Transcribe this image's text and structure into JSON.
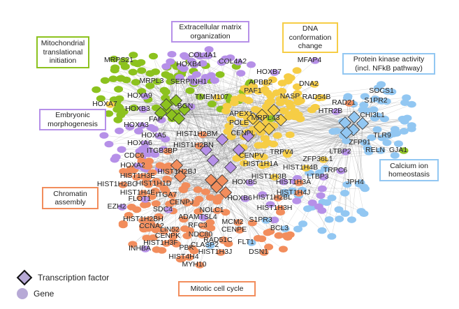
{
  "colors": {
    "green": "#8cc21e",
    "purple": "#b690e8",
    "yellow": "#f6cd45",
    "orange": "#f28d5c",
    "blue": "#92c7f2",
    "edge": "#7a7a7a"
  },
  "annotations": [
    {
      "id": "mito",
      "lines": [
        "Mitochondrial",
        "translational",
        "initiation"
      ],
      "group": "green"
    },
    {
      "id": "ecm",
      "lines": [
        "Extracellular matrix",
        "organization"
      ],
      "group": "purple"
    },
    {
      "id": "dna",
      "lines": [
        "DNA",
        "conformation",
        "change"
      ],
      "group": "yellow"
    },
    {
      "id": "pk",
      "lines": [
        "Protein kinase activity",
        "(incl. NFkB pathway)"
      ],
      "group": "blue"
    },
    {
      "id": "embryo",
      "lines": [
        "Embryonic",
        "morphogenesis"
      ],
      "group": "purple"
    },
    {
      "id": "chromatin",
      "lines": [
        "Chromatin",
        "assembly"
      ],
      "group": "orange"
    },
    {
      "id": "calcium",
      "lines": [
        "Calcium ion",
        "homeostasis"
      ],
      "group": "blue"
    },
    {
      "id": "mitotic",
      "lines": [
        "Mitotic cell cycle"
      ],
      "group": "orange"
    }
  ],
  "legend": {
    "tf": "Transcription factor",
    "gene": "Gene"
  },
  "genes": [
    {
      "name": "MRPS21",
      "group": "green"
    },
    {
      "name": "COL4A1",
      "group": "purple"
    },
    {
      "name": "HOXB4",
      "group": "purple"
    },
    {
      "name": "COL4A2",
      "group": "purple"
    },
    {
      "name": "MRPL3",
      "group": "green"
    },
    {
      "name": "SERPINH1",
      "group": "purple"
    },
    {
      "name": "HOXA9",
      "group": "purple"
    },
    {
      "name": "TMEM107",
      "group": "yellow"
    },
    {
      "name": "HOXA7",
      "group": "yellow"
    },
    {
      "name": "HOXB3",
      "group": "purple"
    },
    {
      "name": "BGN",
      "group": "purple"
    },
    {
      "name": "FAP",
      "group": "purple"
    },
    {
      "name": "HOXA3",
      "group": "purple"
    },
    {
      "name": "HOXA5",
      "group": "purple"
    },
    {
      "name": "HIST1H2BM",
      "group": "orange"
    },
    {
      "name": "HOXA6",
      "group": "purple"
    },
    {
      "name": "HIST1H2BN",
      "group": "orange"
    },
    {
      "name": "CDC6",
      "group": "orange"
    },
    {
      "name": "ITGB3BP",
      "group": "orange"
    },
    {
      "name": "APEX1",
      "group": "yellow"
    },
    {
      "name": "POLE",
      "group": "yellow"
    },
    {
      "name": "CENPL",
      "group": "yellow"
    },
    {
      "name": "CENPV",
      "group": "yellow"
    },
    {
      "name": "MFAP4",
      "group": "purple"
    },
    {
      "name": "HOXB7",
      "group": "purple"
    },
    {
      "name": "APBB2",
      "group": "yellow"
    },
    {
      "name": "DNA2",
      "group": "yellow"
    },
    {
      "name": "PAF1",
      "group": "yellow"
    },
    {
      "name": "NASP",
      "group": "yellow"
    },
    {
      "name": "RAD54B",
      "group": "yellow"
    },
    {
      "name": "RAD21",
      "group": "orange"
    },
    {
      "name": "SOCS1",
      "group": "blue"
    },
    {
      "name": "S1PR2",
      "group": "blue"
    },
    {
      "name": "HTR2B",
      "group": "purple"
    },
    {
      "name": "CHI3L1",
      "group": "blue"
    },
    {
      "name": "MRPL43",
      "group": "green"
    },
    {
      "name": "TLR9",
      "group": "blue"
    },
    {
      "name": "ZFP91",
      "group": "blue"
    },
    {
      "name": "TRPV4",
      "group": "yellow"
    },
    {
      "name": "LTBP2",
      "group": "purple"
    },
    {
      "name": "RELN",
      "group": "blue"
    },
    {
      "name": "GJA1",
      "group": "green"
    },
    {
      "name": "ZFP36L1",
      "group": "yellow"
    },
    {
      "name": "HIST1H1A",
      "group": "yellow"
    },
    {
      "name": "HIST1H4B",
      "group": "yellow"
    },
    {
      "name": "TRPC6",
      "group": "purple"
    },
    {
      "name": "HIST1H3B",
      "group": "yellow"
    },
    {
      "name": "LTBP3",
      "group": "purple"
    },
    {
      "name": "JPH4",
      "group": "blue"
    },
    {
      "name": "HOXB5",
      "group": "purple"
    },
    {
      "name": "HIST1H3A",
      "group": "orange"
    },
    {
      "name": "HIST1H4J",
      "group": "orange"
    },
    {
      "name": "HOXA2",
      "group": "purple"
    },
    {
      "name": "HIST1H2BJ",
      "group": "orange"
    },
    {
      "name": "HIST1H3E",
      "group": "orange"
    },
    {
      "name": "HIST1H2BG",
      "group": "orange"
    },
    {
      "name": "HIST1H1D",
      "group": "orange"
    },
    {
      "name": "HIST1H4E",
      "group": "orange"
    },
    {
      "name": "ITGA7",
      "group": "orange"
    },
    {
      "name": "FLOT1",
      "group": "purple"
    },
    {
      "name": "EZH2",
      "group": "purple"
    },
    {
      "name": "CENPJ",
      "group": "orange"
    },
    {
      "name": "SDC4",
      "group": "purple"
    },
    {
      "name": "NOLC1",
      "group": "orange"
    },
    {
      "name": "HOXB6",
      "group": "purple"
    },
    {
      "name": "HIST1H2BH",
      "group": "orange"
    },
    {
      "name": "ADAMTSL4",
      "group": "purple"
    },
    {
      "name": "CCNA2",
      "group": "orange"
    },
    {
      "name": "RFC3",
      "group": "orange"
    },
    {
      "name": "MCM2",
      "group": "orange"
    },
    {
      "name": "LIN52",
      "group": "orange"
    },
    {
      "name": "CENPE",
      "group": "orange"
    },
    {
      "name": "CENPK",
      "group": "orange"
    },
    {
      "name": "NDC80",
      "group": "orange"
    },
    {
      "name": "RAD51C",
      "group": "orange"
    },
    {
      "name": "FLT1",
      "group": "blue"
    },
    {
      "name": "HIST1H3F",
      "group": "orange"
    },
    {
      "name": "INHBA",
      "group": "purple"
    },
    {
      "name": "PBK",
      "group": "orange"
    },
    {
      "name": "CLASP2",
      "group": "blue"
    },
    {
      "name": "HIST1H3J",
      "group": "orange"
    },
    {
      "name": "DSN1",
      "group": "orange"
    },
    {
      "name": "HIST4H4",
      "group": "orange"
    },
    {
      "name": "MYH10",
      "group": "orange"
    },
    {
      "name": "HIST1H2BL",
      "group": "orange"
    },
    {
      "name": "HIST1H3H",
      "group": "orange"
    },
    {
      "name": "S1PR3",
      "group": "blue"
    },
    {
      "name": "BCL3",
      "group": "blue"
    }
  ]
}
